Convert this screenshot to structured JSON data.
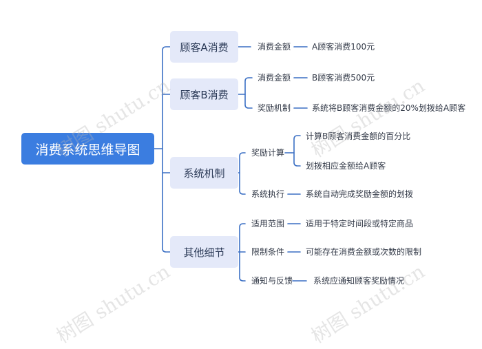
{
  "root": {
    "label": "消费系统思维导图"
  },
  "branches": [
    {
      "label": "顾客A消费",
      "children": [
        {
          "label": "消费金额",
          "children": [
            {
              "label": "A顾客消费100元"
            }
          ]
        }
      ]
    },
    {
      "label": "顾客B消费",
      "children": [
        {
          "label": "消费金额",
          "children": [
            {
              "label": "B顾客消费500元"
            }
          ]
        },
        {
          "label": "奖励机制",
          "children": [
            {
              "label": "系统将B顾客消费金额的20%划拨给A顾客"
            }
          ]
        }
      ]
    },
    {
      "label": "系统机制",
      "children": [
        {
          "label": "奖励计算",
          "children": [
            {
              "label": "计算B顾客消费金额的百分比"
            },
            {
              "label": "划拨相应金额给A顾客"
            }
          ]
        },
        {
          "label": "系统执行",
          "children": [
            {
              "label": "系统自动完成奖励金额的划拨"
            }
          ]
        }
      ]
    },
    {
      "label": "其他细节",
      "children": [
        {
          "label": "适用范围",
          "children": [
            {
              "label": "适用于特定时间段或特定商品"
            }
          ]
        },
        {
          "label": "限制条件",
          "children": [
            {
              "label": "可能存在消费金额或次数的限制"
            }
          ]
        },
        {
          "label": "通知与反馈",
          "children": [
            {
              "label": "系统应通知顾客奖励情况"
            }
          ]
        }
      ]
    }
  ],
  "watermark": {
    "text": "树图 shutu.cn"
  },
  "colors": {
    "root_bg": "#3b7de0",
    "branch_bg": "#e4e9f9",
    "line": "#3a6fc4",
    "text": "#333a48"
  }
}
